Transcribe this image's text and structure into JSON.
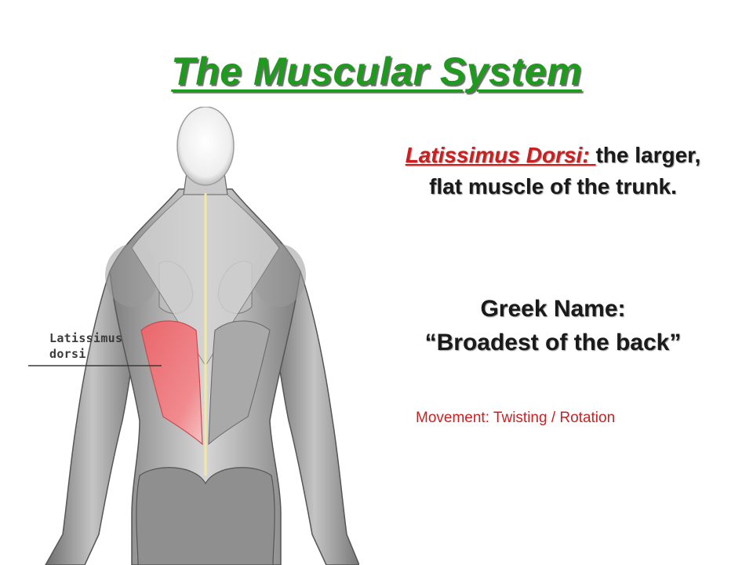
{
  "slide": {
    "title": "The Muscular System",
    "figure": {
      "label_line1": "Latissimus",
      "label_line2": "dorsi",
      "highlight_color": "#e9666b"
    },
    "definition": {
      "term": "Latissimus Dorsi: ",
      "text": "the larger, flat muscle of the trunk."
    },
    "greek_name": {
      "label": "Greek Name:",
      "value": "“Broadest of the back”"
    },
    "movement": "Movement: Twisting / Rotation"
  },
  "colors": {
    "title": "#1f9a1f",
    "term": "#cc1f1f",
    "movement": "#cc1f1f",
    "body_text": "#1a1a1a"
  }
}
